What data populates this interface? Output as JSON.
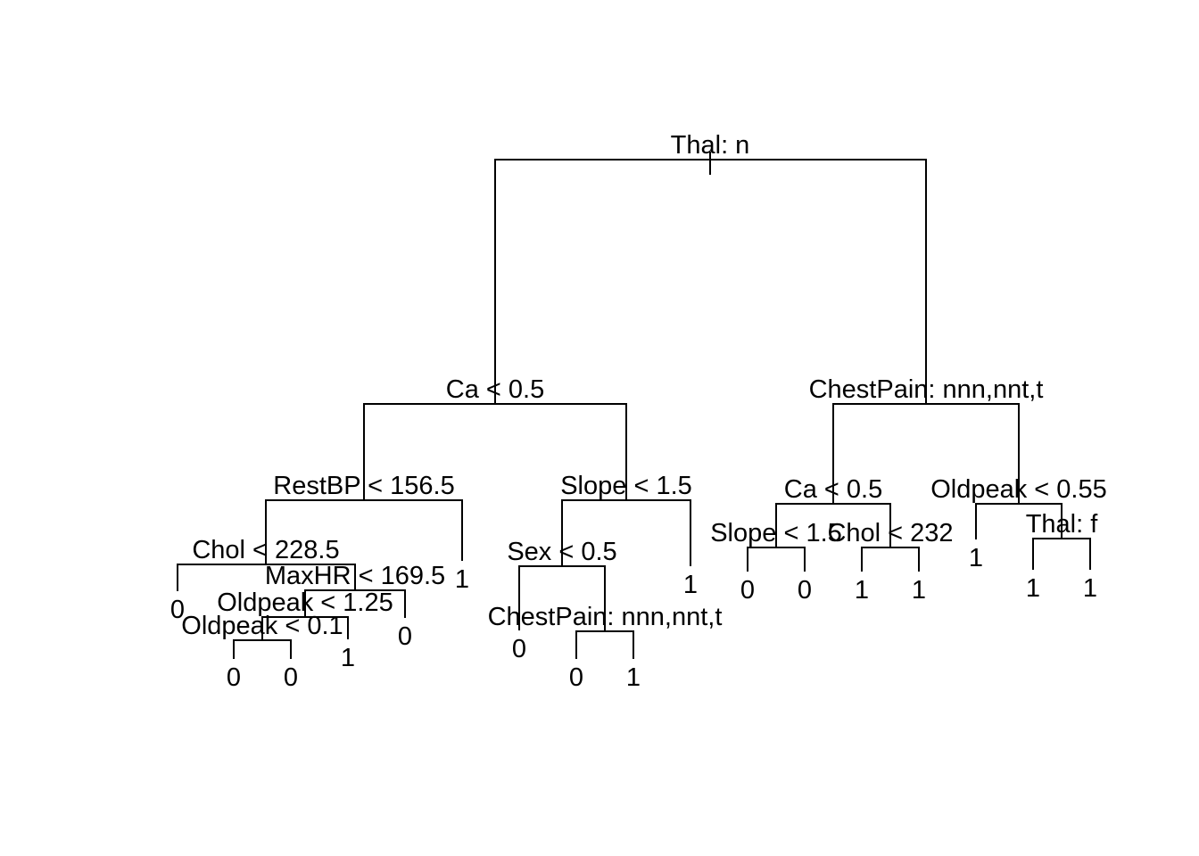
{
  "diagram": {
    "type": "decision-tree",
    "root": {
      "label": "Thal: n",
      "left": {
        "label": "Ca < 0.5",
        "left": {
          "label": "RestBP < 156.5",
          "left": {
            "label": "Chol < 228.5",
            "left": {
              "leaf": "0"
            },
            "right": {
              "label": "MaxHR < 169.5",
              "left": {
                "label": "Oldpeak < 1.25",
                "left": {
                  "label": "Oldpeak < 0.1",
                  "left": {
                    "leaf": "0"
                  },
                  "right": {
                    "leaf": "0"
                  }
                },
                "right": {
                  "leaf": "1"
                }
              },
              "right": {
                "leaf": "0"
              }
            }
          },
          "right": {
            "leaf": "1"
          }
        },
        "right": {
          "label": "Slope < 1.5",
          "left": {
            "label": "Sex < 0.5",
            "left": {
              "leaf": "0"
            },
            "right": {
              "label": "ChestPain: nnn,nnt,t",
              "left": {
                "leaf": "0"
              },
              "right": {
                "leaf": "1"
              }
            }
          },
          "right": {
            "leaf": "1"
          }
        }
      },
      "right": {
        "label": "ChestPain: nnn,nnt,t",
        "left": {
          "label": "Ca < 0.5",
          "left": {
            "label": "Slope < 1.5",
            "left": {
              "leaf": "0"
            },
            "right": {
              "leaf": "0"
            }
          },
          "right": {
            "label": "Chol < 232",
            "left": {
              "leaf": "1"
            },
            "right": {
              "leaf": "1"
            }
          }
        },
        "right": {
          "label": "Oldpeak < 0.55",
          "left": {
            "leaf": "1"
          },
          "right": {
            "label": "Thal: f",
            "left": {
              "leaf": "1"
            },
            "right": {
              "leaf": "1"
            }
          }
        }
      }
    }
  }
}
